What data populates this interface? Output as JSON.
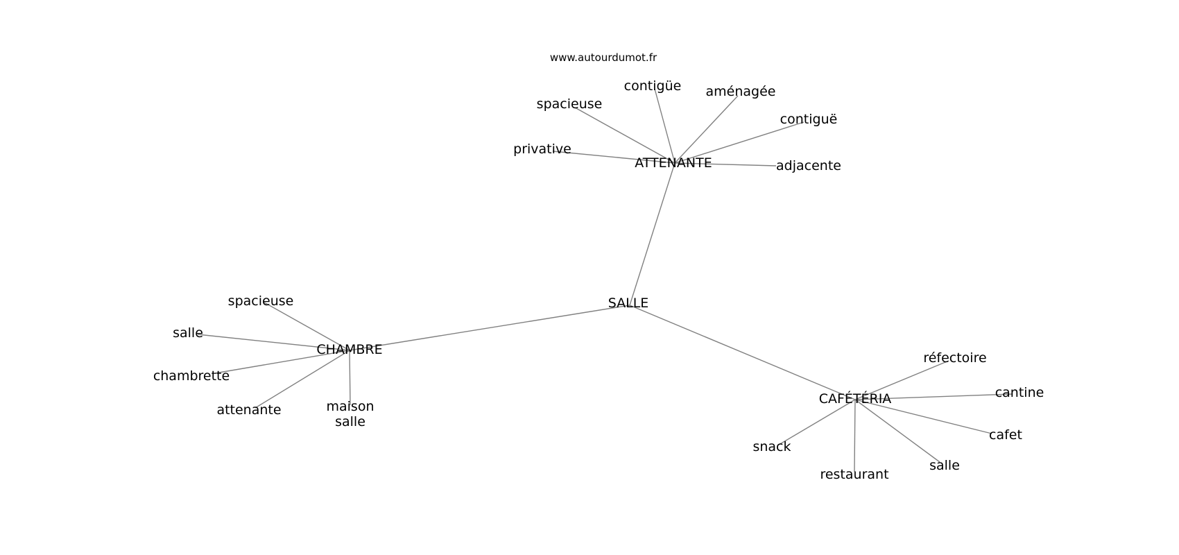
{
  "watermark": "www.autourdumot.fr",
  "colors": {
    "background": "#ffffff",
    "edge": "#808080",
    "text": "#000000"
  },
  "graph": {
    "center": "SALLE",
    "hubs": [
      {
        "label": "ATTENANTE",
        "leaves": [
          "privative",
          "spacieuse",
          "contigüe",
          "aménagée",
          "contiguë",
          "adjacente"
        ]
      },
      {
        "label": "CHAMBRE",
        "leaves": [
          "spacieuse",
          "salle",
          "chambrette",
          "attenante",
          "maison\nsalle"
        ]
      },
      {
        "label": "CAFÉTÉRIA",
        "leaves": [
          "réfectoire",
          "cantine",
          "cafet",
          "salle",
          "restaurant",
          "snack"
        ]
      }
    ]
  }
}
